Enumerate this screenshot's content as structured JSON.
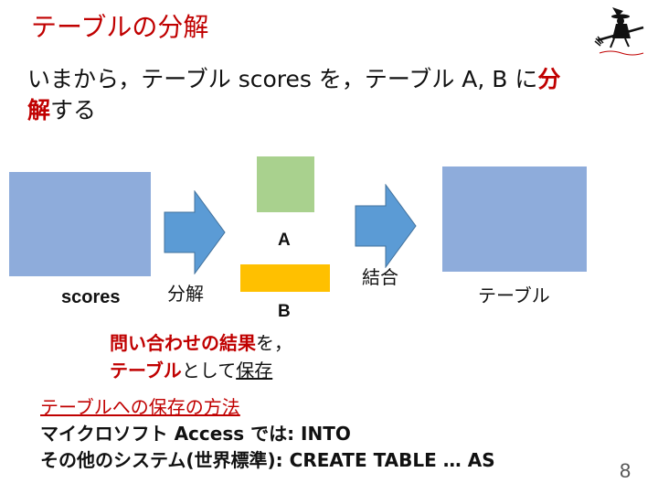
{
  "slide": {
    "title": "テーブルの分解",
    "intro_before": "いまから，テーブル scores を，テーブル A, B に",
    "intro_red1": "分",
    "intro_red2": "解",
    "intro_after": "する",
    "page_number": "8"
  },
  "diagram": {
    "source_label": "scores",
    "decompose_label": "分解",
    "table_a_label": "A",
    "table_b_label": "B",
    "combine_label": "結合",
    "result_label": "テーブル"
  },
  "note": {
    "line1_red": "問い合わせの結果",
    "line1_rest": "を，",
    "line2_red": "テーブル",
    "line2_mid": "として",
    "line2_save": "保存"
  },
  "methods": {
    "title": "テーブルへの保存の方法",
    "access_label": "マイクロソフト Access では: INTO",
    "standard_label": "その他のシステム(世界標準): CREATE TABLE … AS"
  },
  "colors": {
    "accent_red": "#c00000",
    "table_blue": "#8eacdb",
    "table_a_green": "#a9d18e",
    "table_b_orange": "#ffc000",
    "arrow_blue": "#5b9bd5"
  },
  "icons": {
    "logo": "witch-on-broom-icon",
    "arrow": "right-arrow-icon"
  }
}
